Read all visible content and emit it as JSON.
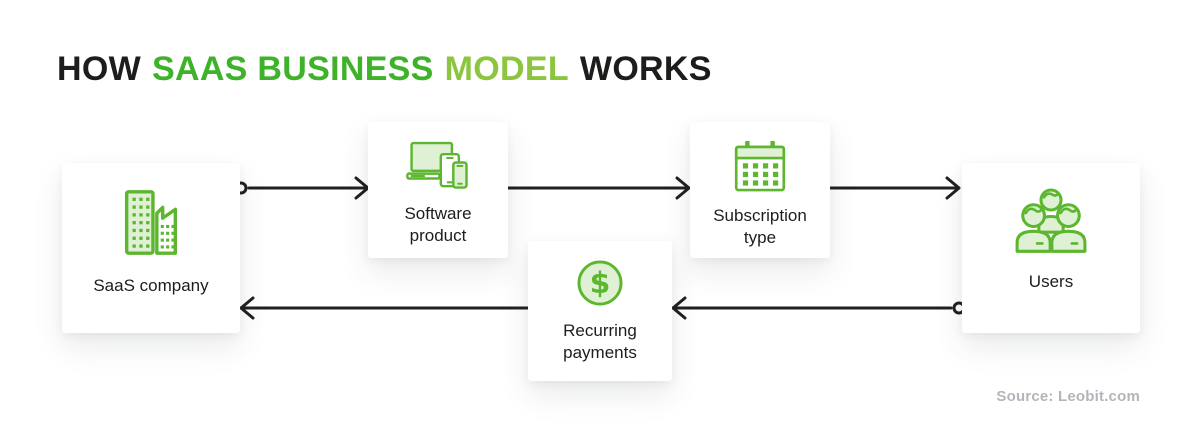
{
  "title": {
    "full": "HOW SAAS BUSINESS MODEL WORKS",
    "segments": [
      {
        "text": "HOW",
        "color": "ink"
      },
      {
        "text": "SAAS BUSINESS",
        "color": "green_dark"
      },
      {
        "text": "MODEL",
        "color": "green_light"
      },
      {
        "text": "WORKS",
        "color": "ink"
      }
    ]
  },
  "nodes": [
    {
      "id": "saas-company",
      "label": "SaaS company",
      "icon": "buildings-icon"
    },
    {
      "id": "software-product",
      "label": "Software product",
      "icon": "devices-icon"
    },
    {
      "id": "subscription-type",
      "label": "Subscription type",
      "icon": "calendar-icon"
    },
    {
      "id": "users",
      "label": "Users",
      "icon": "people-icon"
    },
    {
      "id": "recurring-payments",
      "label": "Recurring payments",
      "icon": "dollar-coin-icon"
    }
  ],
  "flow": {
    "edges": [
      {
        "from": "SaaS company",
        "to": "Software product",
        "start": "circle",
        "end": "arrowhead"
      },
      {
        "from": "Software product",
        "to": "Subscription type",
        "start": "plain",
        "end": "arrowhead"
      },
      {
        "from": "Subscription type",
        "to": "Users",
        "start": "plain",
        "end": "arrowhead"
      },
      {
        "from": "Users",
        "to": "Recurring payments",
        "start": "circle",
        "end": "arrowhead"
      },
      {
        "from": "Recurring payments",
        "to": "SaaS company",
        "start": "plain",
        "end": "arrowhead"
      }
    ]
  },
  "icons": {
    "dollar_glyph": "$"
  },
  "source": {
    "label": "Source: Leobit.com"
  },
  "colors": {
    "accent_green": "#5CB72F",
    "accent_green_fill": "#DFF0D5",
    "title_green_dark": "#3EB229",
    "title_green_light": "#8CC63F",
    "ink": "#1D1D1B",
    "arrow": "#20201E",
    "source_text": "#B2B6BA",
    "card_background": "#FFFFFF"
  }
}
